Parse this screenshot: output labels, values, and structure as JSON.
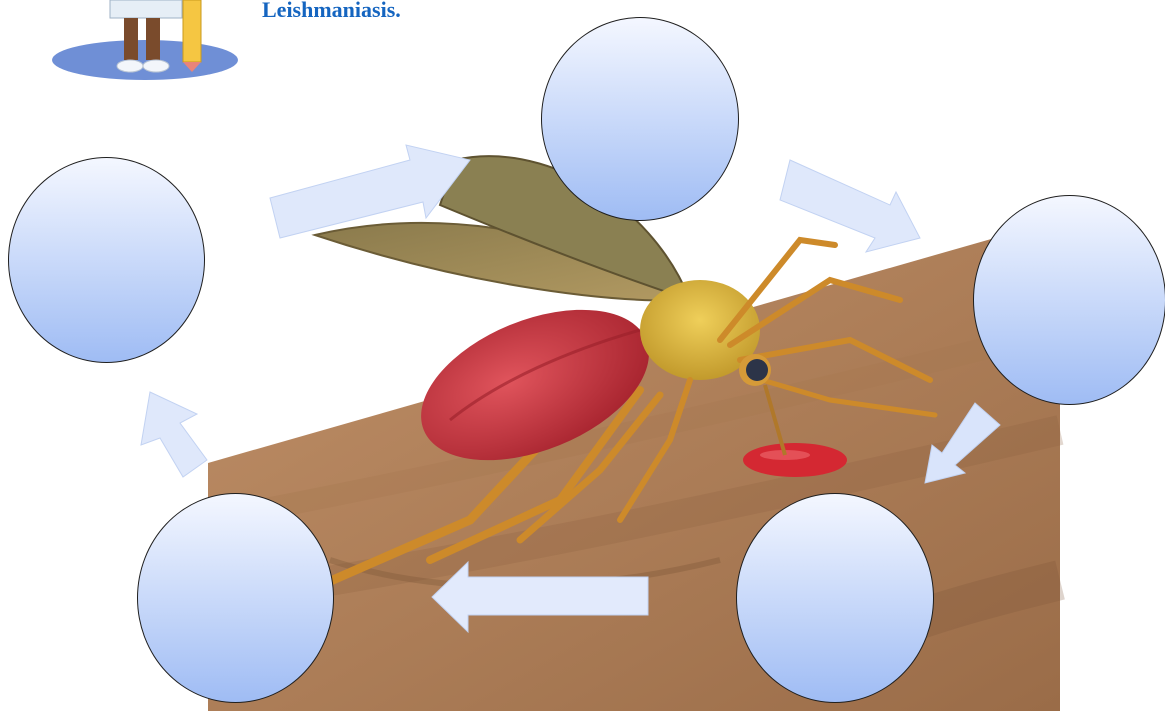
{
  "title": "Leishmaniasis.",
  "colors": {
    "title": "#1565c0",
    "circle_top": "#f4f7ff",
    "circle_bottom": "#9fbcf4",
    "arrow_light": "#eef3fe",
    "arrow_dark": "#b9cdf5",
    "skin": "#b2825a",
    "skin_dark": "#8f6441",
    "mosquito_body": "#c8323c",
    "mosquito_legs": "#d18a26",
    "blood": "#d42832"
  },
  "stages": [
    {
      "id": "stage-1",
      "label": ""
    },
    {
      "id": "stage-2",
      "label": ""
    },
    {
      "id": "stage-3",
      "label": ""
    },
    {
      "id": "stage-4",
      "label": ""
    },
    {
      "id": "stage-5",
      "label": ""
    }
  ]
}
